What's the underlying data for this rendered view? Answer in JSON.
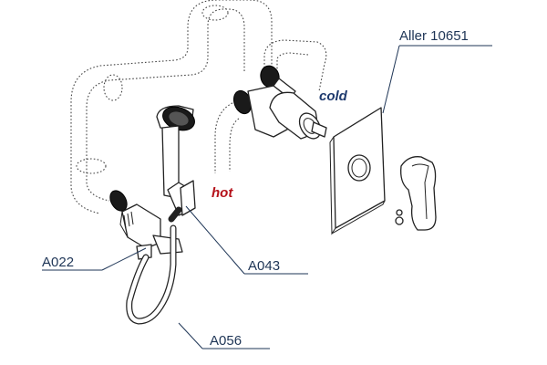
{
  "labels": {
    "model": "Aller 10651",
    "hot": "hot",
    "cold": "cold",
    "connector": "A022",
    "holder": "A043",
    "hose": "A056"
  },
  "colors": {
    "hot": "#b5121b",
    "cold": "#1e3a6e",
    "callout": "#1e3556"
  }
}
